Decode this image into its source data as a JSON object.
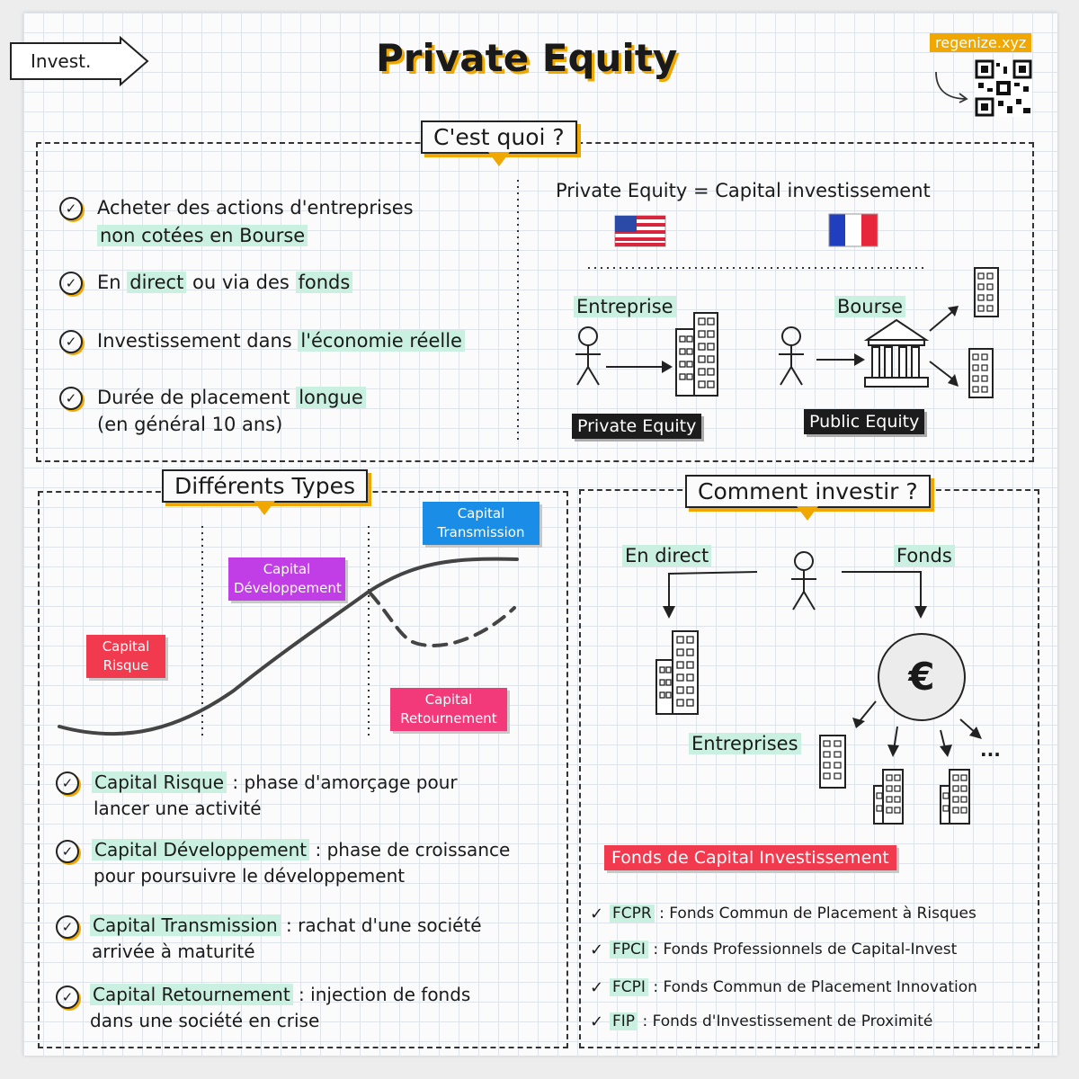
{
  "header": {
    "nav_label": "Invest.",
    "title": "Private Equity",
    "site": "regenize.xyz",
    "accent_color": "#f0a800",
    "qr_icon": "qr-code-icon"
  },
  "what": {
    "heading": "C'est quoi ?",
    "points": [
      {
        "line1_pre": "Acheter des actions d'entreprises",
        "line2_hl": "non cotées en Bourse"
      },
      {
        "t1": "En ",
        "h1": "direct",
        "t2": " ou via des ",
        "h2": "fonds"
      },
      {
        "t1": "Investissement dans ",
        "h1": "l'économie réelle"
      },
      {
        "t1": "Durée de placement ",
        "h1": "longue",
        "line2": "(en général 10 ans)"
      }
    ],
    "equation": "Private Equity = Capital investissement",
    "flag_us_icon": "us-flag-icon",
    "flag_fr_icon": "france-flag-icon",
    "entreprise_label": "Entreprise",
    "bourse_label": "Bourse",
    "private_label": "Private Equity",
    "public_label": "Public Equity"
  },
  "types": {
    "heading": "Différents Types",
    "tags": {
      "risque": "Capital Risque",
      "developpement": "Capital Développement",
      "transmission": "Capital Transmission",
      "retournement": "Capital Retournement"
    },
    "tag_colors": {
      "risque": "#f23a4f",
      "developpement": "#c13ee6",
      "transmission": "#1a8ee6",
      "retournement": "#f23a7a"
    },
    "items": [
      {
        "hl": "Capital Risque",
        "rest": " : phase d'amorçage pour",
        "line2": "lancer une activité"
      },
      {
        "hl": "Capital Développement",
        "rest": " : phase de croissance",
        "line2": "pour poursuivre le développement"
      },
      {
        "hl": "Capital Transmission",
        "rest": " : rachat d'une société",
        "line2": "arrivée à maturité"
      },
      {
        "hl": "Capital Retournement",
        "rest": " : injection de fonds",
        "line2": "dans une société en crise"
      }
    ]
  },
  "how": {
    "heading": "Comment investir ?",
    "direct_label": "En direct",
    "fonds_label": "Fonds",
    "euro_symbol": "€",
    "entreprises_label": "Entreprises",
    "ellipsis": "...",
    "funds_title": "Fonds de Capital Investissement",
    "funds": [
      {
        "code": "FCPR",
        "desc": " : Fonds Commun de Placement à Risques"
      },
      {
        "code": "FPCI",
        "desc": " : Fonds Professionnels de Capital-Invest"
      },
      {
        "code": "FCPI",
        "desc": " : Fonds Commun de Placement Innovation"
      },
      {
        "code": "FIP",
        "desc": " : Fonds d'Investissement de Proximité"
      }
    ],
    "check_mark": "✓"
  }
}
